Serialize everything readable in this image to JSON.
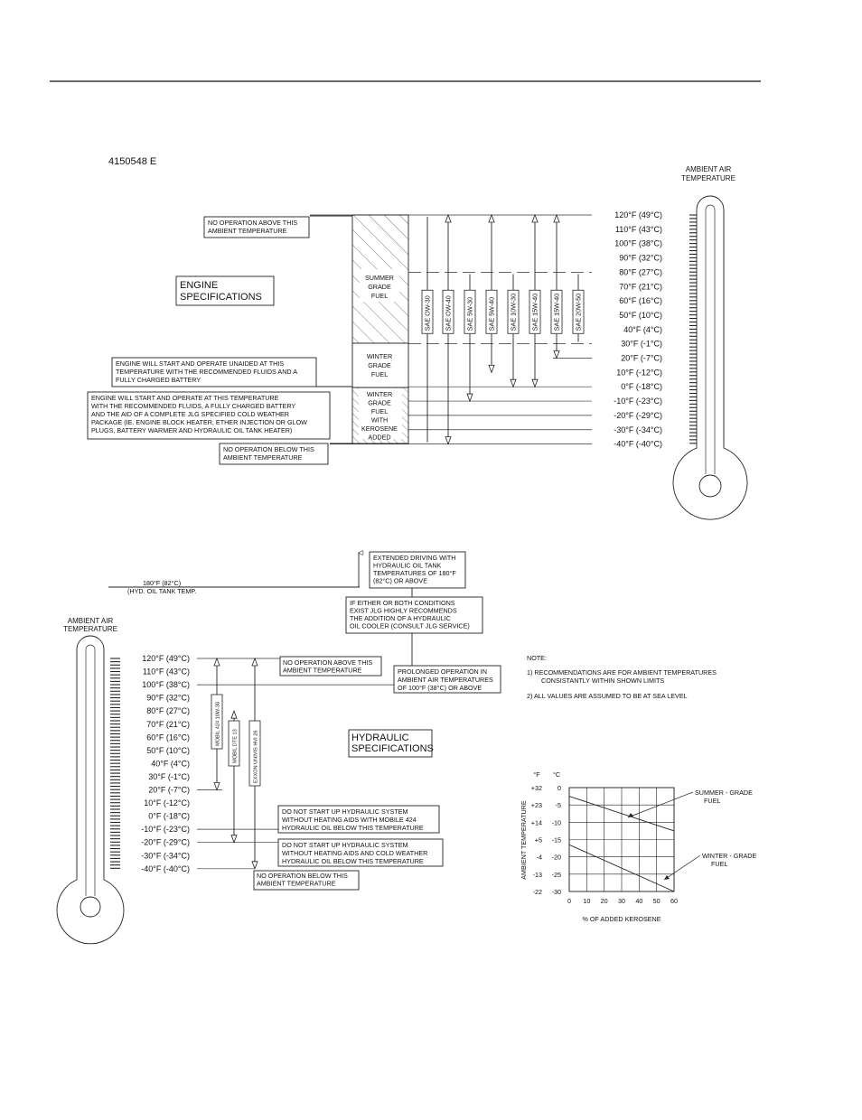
{
  "doc_id": "4150548 E",
  "engine": {
    "title_lines": [
      "ENGINE",
      "SPECIFICATIONS"
    ],
    "therm_label_lines": [
      "AMBIENT  AIR",
      "TEMPERATURE"
    ],
    "temps": [
      "120°F  (49°C)",
      "110°F  (43°C)",
      "100°F  (38°C)",
      "90°F  (32°C)",
      "80°F  (27°C)",
      "70°F  (21°C)",
      "60°F  (16°C)",
      "50°F  (10°C)",
      "40°F  (4°C)",
      "30°F  (-1°C)",
      "20°F  (-7°C)",
      "10°F  (-12°C)",
      "0°F  (-18°C)",
      "-10°F  (-23°C)",
      "-20°F  (-29°C)",
      "-30°F  (-34°C)",
      "-40°F  (-40°C)"
    ],
    "fuel_summer": [
      "SUMMER",
      "GRADE",
      "FUEL"
    ],
    "fuel_winter": [
      "WINTER",
      "GRADE",
      "FUEL"
    ],
    "fuel_kerosene": [
      "WINTER",
      "GRADE",
      "FUEL",
      "WITH",
      "KEROSENE",
      "ADDED"
    ],
    "oils": [
      {
        "label": "SAE  OW-30"
      },
      {
        "label": "SAE  OW-40"
      },
      {
        "label": "SAE  5W-30"
      },
      {
        "label": "SAE  5W-40"
      },
      {
        "label": "SAE  10W-30"
      },
      {
        "label": "SAE  15W-40"
      },
      {
        "label": "SAE  15W-40"
      },
      {
        "label": "SAE  20W-50"
      }
    ],
    "notes": {
      "no_op_above": [
        "NO  OPERATION  ABOVE  THIS",
        "AMBIENT  TEMPERATURE"
      ],
      "unaided": [
        "ENGINE  WILL  START  AND  OPERATE  UNAIDED  AT  THIS",
        "TEMPERATURE  WITH  THE  RECOMMENDED  FLUIDS  AND  A",
        "FULLY  CHARGED  BATTERY"
      ],
      "aided": [
        "ENGINE  WILL  START  AND  OPERATE  AT  THIS  TEMPERATURE",
        "WITH  THE  RECOMMENDED  FLUIDS,  A  FULLY  CHARGED  BATTERY",
        "AND  THE  AID  OF  A  COMPLETE  JLG  SPECIFIED  COLD  WEATHER",
        "PACKAGE  (IE.  ENGINE  BLOCK  HEATER,  ETHER  INJECTION  OR  GLOW",
        "PLUGS,  BATTERY  WARMER  AND  HYDRAULIC  OIL  TANK  HEATER)"
      ],
      "no_op_below": [
        "NO  OPERATION  BELOW  THIS",
        "AMBIENT  TEMPERATURE"
      ]
    }
  },
  "hydraulic": {
    "title_lines": [
      "HYDRAULIC",
      "SPECIFICATIONS"
    ],
    "therm_label_lines": [
      "AMBIENT AIR",
      "TEMPERATURE"
    ],
    "temps": [
      "120°F  (49°C)",
      "110°F  (43°C)",
      "100°F  (38°C)",
      "90°F  (32°C)",
      "80°F  (27°C)",
      "70°F  (21°C)",
      "60°F  (16°C)",
      "50°F  (10°C)",
      "40°F  (4°C)",
      "30°F  (-1°C)",
      "20°F  (-7°C)",
      "10°F  (-12°C)",
      "0°F  (-18°C)",
      "-10°F  (-23°C)",
      "-20°F  (-29°C)",
      "-30°F  (-34°C)",
      "-40°F  (-40°C)"
    ],
    "tank_temp_lines": [
      "180°F  (82°C)",
      "(HYD.  OIL  TANK  TEMP."
    ],
    "oils": [
      {
        "label": "MOBIL  424  10W-30"
      },
      {
        "label": "MOBIL  DTE  13"
      },
      {
        "label": "EXXON  UNIVIS  HVI  26"
      }
    ],
    "notes": {
      "extended": [
        "EXTENDED  DRIVING  WITH",
        "HYDRAULIC  OIL  TANK",
        "TEMPERATURES  OF  180°F",
        "(82°C)  OR  ABOVE"
      ],
      "either": [
        "IF  EITHER  OR  BOTH  CONDITIONS",
        "EXIST  JLG  HIGHLY  RECOMMENDS",
        "THE  ADDITION  OF  A  HYDRAULIC",
        "OIL  COOLER  (CONSULT  JLG  SERVICE)"
      ],
      "no_op_above": [
        "NO  OPERATION  ABOVE  THIS",
        "AMBIENT  TEMPERATURE"
      ],
      "prolonged": [
        "PROLONGED  OPERATION  IN",
        "AMBIENT  AIR  TEMPERATURES",
        "OF  100°F  (38°C)  OR  ABOVE"
      ],
      "mobile424": [
        "DO  NOT  START  UP  HYDRAULIC  SYSTEM",
        "WITHOUT  HEATING  AIDS  WITH  MOBILE  424",
        "HYDRAULIC  OIL  BELOW  THIS  TEMPERATURE"
      ],
      "coldweather": [
        "DO  NOT  START  UP  HYDRAULIC  SYSTEM",
        "WITHOUT  HEATING  AIDS  AND  COLD  WEATHER",
        "HYDRAULIC  OIL  BELOW  THIS  TEMPERATURE"
      ],
      "no_op_below": [
        "NO  OPERATION  BELOW  THIS",
        "AMBIENT  TEMPERATURE"
      ]
    }
  },
  "general_notes": {
    "heading": "NOTE:",
    "items": [
      [
        "1)  RECOMMENDATIONS  ARE  FOR  AMBIENT  TEMPERATURES",
        "CONSISTANTLY  WITHIN  SHOWN  LIMITS"
      ],
      [
        "2)  ALL  VALUES  ARE  ASSUMED  TO  BE  AT  SEA  LEVEL"
      ]
    ]
  },
  "chart_data": {
    "type": "line",
    "title": "",
    "xlabel": "%  OF  ADDED  KEROSENE",
    "ylabel": "AMBIENT  TEMPERATURE",
    "xlim": [
      0,
      60
    ],
    "ylim": [
      -30,
      0
    ],
    "x_ticks": [
      "0",
      "10",
      "20",
      "30",
      "40",
      "50",
      "60"
    ],
    "y_ticks_f": [
      "+32",
      "+23",
      "+14",
      "+5",
      "-4",
      "-13",
      "-22"
    ],
    "y_ticks_c": [
      "0",
      "-5",
      "-10",
      "-15",
      "-20",
      "-25",
      "-30"
    ],
    "y_unit_f": "°F",
    "y_unit_c": "°C",
    "grid": true,
    "series": [
      {
        "name": "SUMMER - GRADE FUEL",
        "x": [
          0,
          60
        ],
        "y": [
          -2.5,
          -12.5
        ]
      },
      {
        "name": "WINTER - GRADE FUEL",
        "x": [
          0,
          60
        ],
        "y": [
          -16.5,
          -30
        ]
      }
    ],
    "annotations": [
      [
        "SUMMER - GRADE",
        "FUEL"
      ],
      [
        "WINTER - GRADE",
        "FUEL"
      ]
    ]
  }
}
